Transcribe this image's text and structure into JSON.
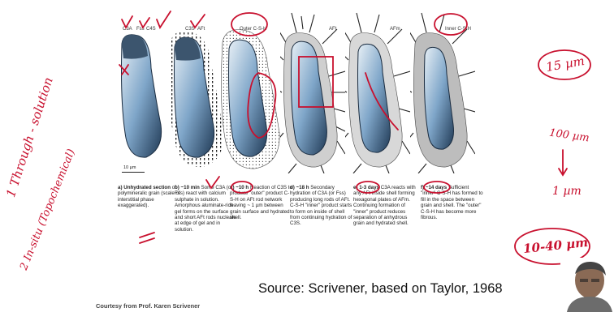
{
  "figure": {
    "top_labels": [
      "C3A",
      "Fss",
      "C4S",
      "C3S",
      "AFt",
      "Outer C-S-H",
      "AFt",
      "AFm",
      "Inner C-S-H"
    ],
    "scale_label": "10 µm",
    "panels": [
      {
        "title": "a) Unhydrated section",
        "text": "of polymineralic grain (scale of interstitial phase exaggerated)."
      },
      {
        "title": "b) ~10 min",
        "text": "Some C3A (or Fss) react with calcium sulphate in solution. Amorphous aluminate-rich gel forms on the surface and short AFt rods nucleate at edge of gel and in solution."
      },
      {
        "title": "c) ~10 h",
        "text": "Reaction of C3S to produce \"outer\" product C-S-H on AFt rod network leaving ~ 1 µm between grain surface and hydrated shell."
      },
      {
        "title": "d) ~18 h",
        "text": "Secondary hydration of C3A (or Fss) producing long rods of AFt. C-S-H \"inner\" product starts to form on inside of shell from continuing hydration of C3S."
      },
      {
        "title": "e) 1-3 days",
        "text": "C3A reacts with any AFt inside shell forming hexagonal plates of AFm. Continuing formation of \"inner\" product reduces separation of anhydrous grain and hydrated shell."
      },
      {
        "title": "f) ~14 days",
        "text": "Sufficient \"inner\" C-S-H has formed to fill in the space between grain and shell. The \"outer\" C-S-H has become more fibrous."
      }
    ]
  },
  "source": "Source: Scrivener, based on Taylor, 1968",
  "courtesy": "Courtesy from Prof. Karen Scrivener",
  "handwriting": {
    "left_1": "1 Through - solution",
    "left_2": "2 In-situ (Topochemical)",
    "right_1": "15 µm",
    "right_2": "100 µm",
    "right_3": "1 µm",
    "right_4": "10-40 µm"
  },
  "colors": {
    "ink": "#c8102e",
    "grain": "#7fa6c9"
  }
}
